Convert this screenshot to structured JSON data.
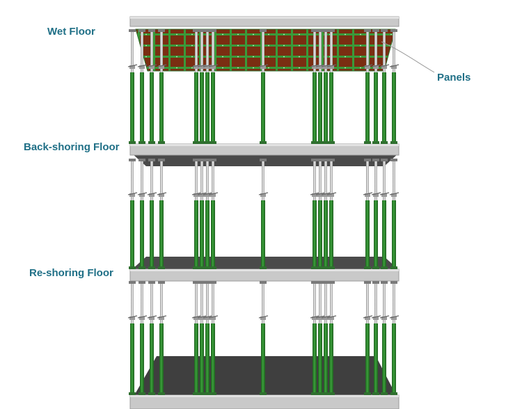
{
  "labels": {
    "wet_floor": "Wet Floor",
    "back_shoring_floor": "Back-shoring Floor",
    "re_shoring_floor": "Re-shoring Floor",
    "panels": "Panels"
  },
  "colors": {
    "label_text": "#1f6f86",
    "slab_face": "#c9c9c9",
    "slab_top": "#e6e6e6",
    "slab_dark": "#4a4a4a",
    "prop_green": "#2f8a2f",
    "prop_green_dark": "#1f5f1f",
    "prop_steel": "#c4c4c4",
    "panel_green": "#3a9a3a",
    "panel_wood": "#8a3a1a"
  },
  "icons": {
    "prop": "steel-prop-icon",
    "slab": "concrete-slab-icon",
    "panel": "formwork-panel-icon"
  }
}
